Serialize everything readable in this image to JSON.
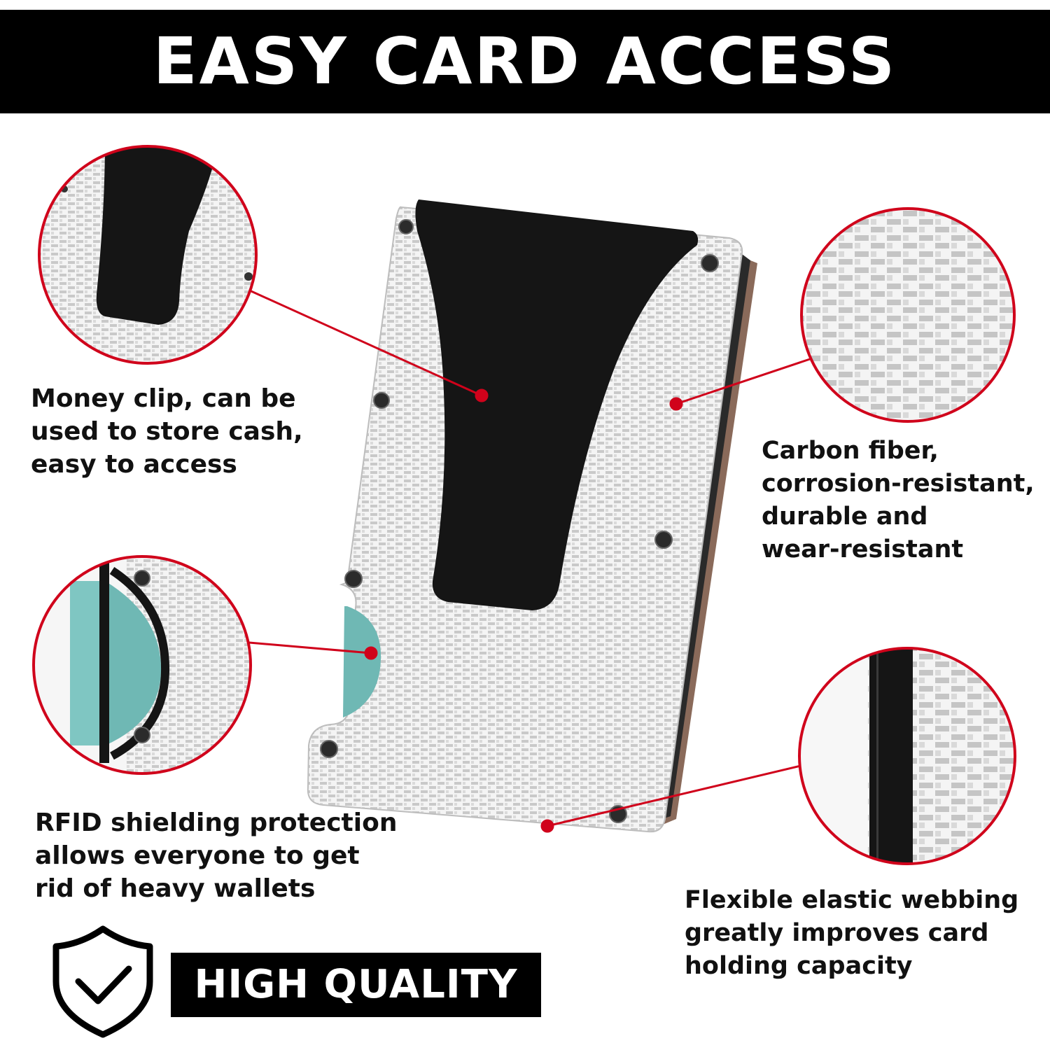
{
  "banner": {
    "title": "EASY CARD ACCESS"
  },
  "features": {
    "money_clip": {
      "lines": [
        "Money clip, can be",
        "used to store cash,",
        "easy to access"
      ]
    },
    "carbon_fiber": {
      "lines": [
        "Carbon fiber,",
        "corrosion-resistant,",
        "durable and",
        "wear-resistant"
      ]
    },
    "rfid": {
      "lines": [
        "RFID shielding protection",
        "allows everyone to get",
        "rid of heavy wallets"
      ]
    },
    "webbing": {
      "lines": [
        "Flexible elastic webbing",
        "greatly improves card",
        "holding capacity"
      ]
    }
  },
  "badge": {
    "label": "HIGH QUALITY",
    "icon": "shield-check-icon"
  },
  "colors": {
    "accent_red": "#d0021b",
    "banner_black": "#000000",
    "clip_black": "#151515",
    "fiber_white": "#ececec",
    "card_teal": "#6fb8b4"
  }
}
